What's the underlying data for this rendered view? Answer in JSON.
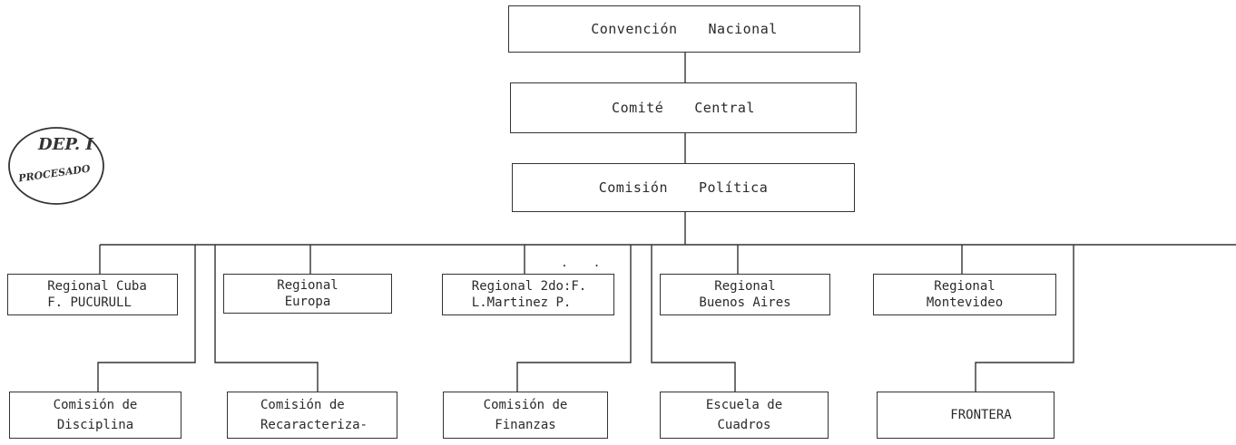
{
  "top": {
    "word1": "Convención",
    "word2": "Nacional"
  },
  "comite": {
    "word1": "Comité",
    "word2": "Central"
  },
  "comision_politica": {
    "word1": "Comisión",
    "word2": "Política"
  },
  "stamp": {
    "line1": "DEP. I",
    "line2": "PROCESADO"
  },
  "dots": ". .",
  "regionales": [
    {
      "line1": "Regional Cuba",
      "line2": "F. PUCURULL"
    },
    {
      "line1": "Regional",
      "line2": "Europa"
    },
    {
      "line1": "Regional 2do:F.",
      "line2": "L.Martinez P."
    },
    {
      "line1": "Regional",
      "line2": "Buenos Aires"
    },
    {
      "line1": "Regional",
      "line2": "Montevideo"
    }
  ],
  "comisiones": [
    {
      "line1": "Comisión de",
      "line2": "Disciplina"
    },
    {
      "line1": "Comisión de",
      "line2": "Recaracteriza-"
    },
    {
      "line1": "Comisión de",
      "line2": "Finanzas"
    },
    {
      "line1": "Escuela de",
      "line2": "Cuadros"
    },
    {
      "line1": "FRONTERA",
      "line2": ""
    }
  ]
}
